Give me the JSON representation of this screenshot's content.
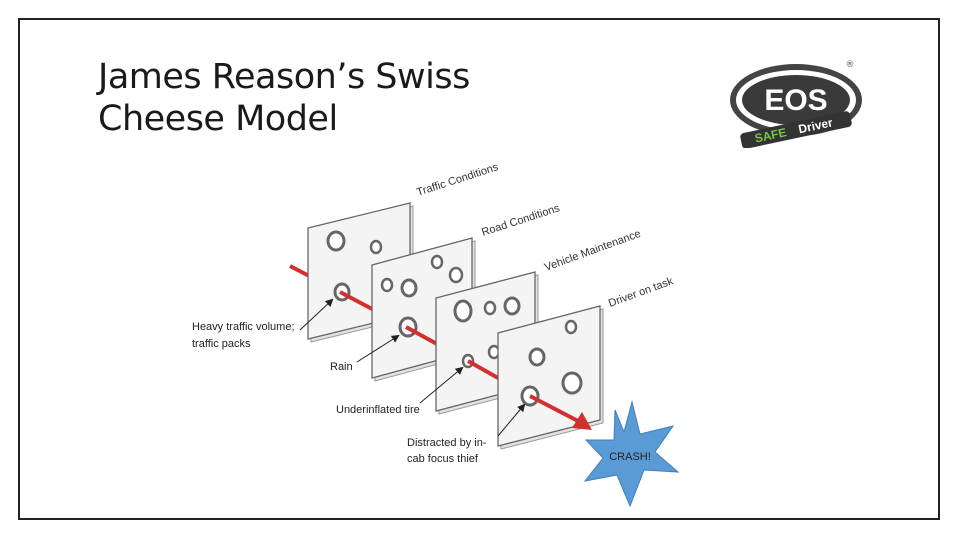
{
  "slide": {
    "title_line1": "James Reason’s Swiss",
    "title_line2": "Cheese Model"
  },
  "logo": {
    "text": "EOS",
    "tagline_safe": "SAFE",
    "tagline_driver": "Driver",
    "registered_mark": "®",
    "icon": "eos-safe-driver-logo"
  },
  "diagram": {
    "layers": [
      {
        "label": "Traffic Conditions",
        "annotation": [
          "Heavy traffic volume;",
          "traffic packs"
        ]
      },
      {
        "label": "Road Conditions",
        "annotation": [
          "Rain"
        ]
      },
      {
        "label": "Vehicle Maintenance",
        "annotation": [
          "Underinflated tire"
        ]
      },
      {
        "label": "Driver on task",
        "annotation": [
          "Distracted by in-",
          "cab focus thief"
        ]
      }
    ],
    "outcome": "CRASH!",
    "colors": {
      "arrow": "#d32f2f",
      "crash": "#5b9bd5",
      "slice": "#f4f4f4"
    }
  }
}
